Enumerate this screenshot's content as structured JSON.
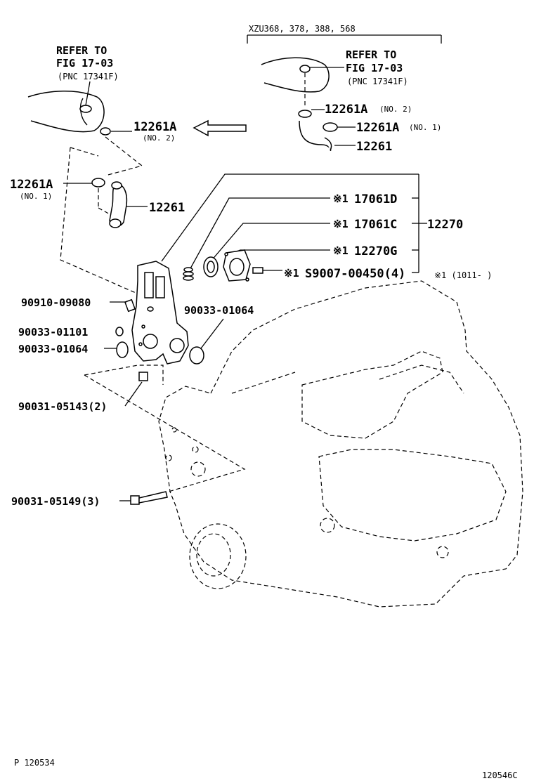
{
  "header": {
    "variant": "XZU368, 378, 388, 568",
    "refer_left": [
      "REFER TO",
      "FIG 17-03",
      "(PNC 17341F)"
    ],
    "refer_right": [
      "REFER TO",
      "FIG 17-03",
      "(PNC 17341F)"
    ]
  },
  "callouts": {
    "right_hose_clamp_no2": "12261A",
    "right_hose_clamp_no2_sub": "(NO. 2)",
    "right_hose_clamp_no1": "12261A",
    "right_hose_clamp_no1_sub": "(NO. 1)",
    "right_hose": "12261",
    "left_hose_clamp_no2": "12261A",
    "left_hose_clamp_no2_sub": "(NO. 2)",
    "left_hose_clamp_no1": "12261A",
    "left_hose_clamp_no1_sub": "(NO. 1)",
    "left_hose": "12261",
    "mark": "※1",
    "p17061d": "17061D",
    "p17061c": "17061C",
    "p12270": "12270",
    "p12270g": "12270G",
    "ps9007": "S9007-00450(4)",
    "note": "※1 (1011-    )",
    "p90910": "90910-09080",
    "p90033_01101": "90033-01101",
    "p90033_01064_left": "90033-01064",
    "p90033_01064_right": "90033-01064",
    "p90031_05143": "90031-05143(2)",
    "p90031_05149": "90031-05149(3)"
  },
  "footer": {
    "left_code": "P 120534",
    "right_code": "120546C"
  }
}
